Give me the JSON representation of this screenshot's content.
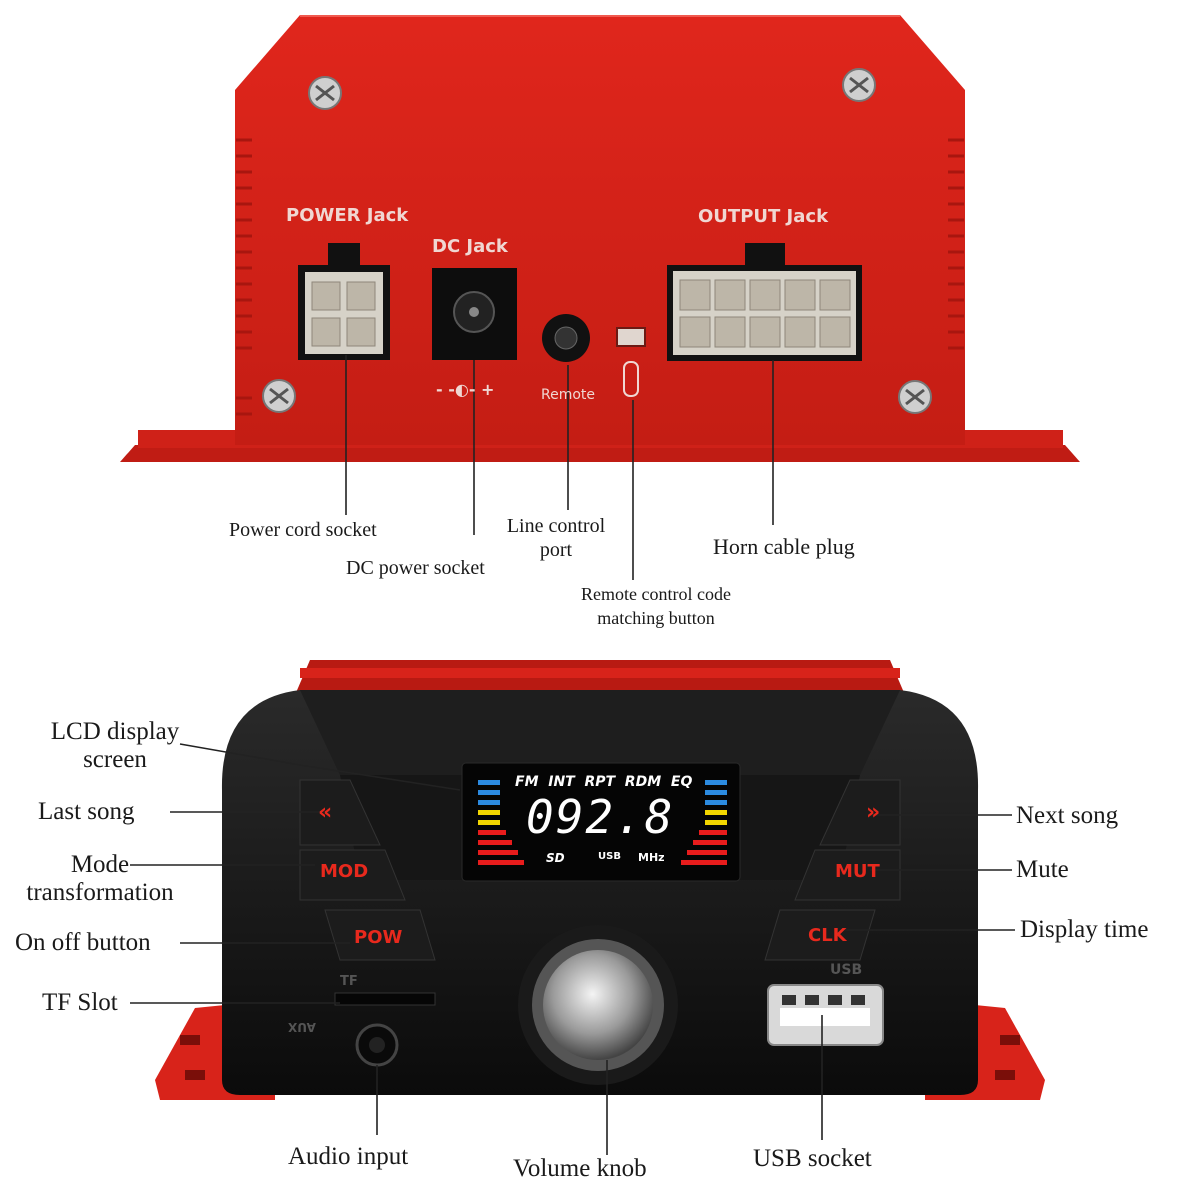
{
  "rear_panel": {
    "power_jack_label": "POWER Jack",
    "dc_jack_label": "DC Jack",
    "output_jack_label": "OUTPUT Jack",
    "dc_polarity": "- -◐- +",
    "remote_label": "Remote"
  },
  "front_panel": {
    "lcd_modes": "FM  INT  RPT  RDM  EQ",
    "frequency": "092.8",
    "sd_label": "SD",
    "usb_label": "USB",
    "unit_label": "MHz",
    "btn_prev": "«",
    "btn_next": "»",
    "btn_mod": "MOD",
    "btn_mut": "MUT",
    "btn_pow": "POW",
    "btn_clk": "CLK",
    "tf_label": "TF",
    "usb_port_label": "USB",
    "aux_label": "AUX"
  },
  "callouts": {
    "power_cord_socket": "Power cord socket",
    "dc_power_socket": "DC power socket",
    "line_control_port_1": "Line control",
    "line_control_port_2": "port",
    "horn_cable_plug": "Horn cable plug",
    "remote_code_1": "Remote control code",
    "remote_code_2": "matching button",
    "lcd_display_1": "LCD display",
    "lcd_display_2": "screen",
    "last_song": "Last song",
    "mode_transformation_1": "Mode",
    "mode_transformation_2": "transformation",
    "on_off_button": "On off button",
    "tf_slot": "TF Slot",
    "next_song": "Next song",
    "mute": "Mute",
    "display_time": "Display time",
    "audio_input": "Audio input",
    "volume_knob": "Volume knob",
    "usb_socket": "USB socket"
  },
  "colors": {
    "chassis_red": "#d8231a",
    "faceplate_black": "#111111",
    "button_red": "#e8291d"
  }
}
